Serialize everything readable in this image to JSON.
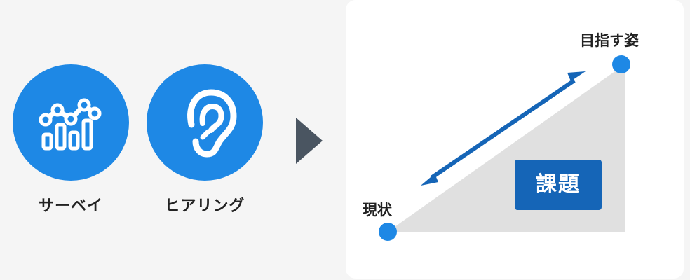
{
  "methods": [
    {
      "label": "サーベイ",
      "icon": "bar-line-chart-icon"
    },
    {
      "label": "ヒアリング",
      "icon": "ear-icon"
    }
  ],
  "diagram": {
    "current_label": "現状",
    "target_label": "目指す姿",
    "issue_label": "課題"
  },
  "colors": {
    "background": "#f5f5f5",
    "circle": "#1e88e5",
    "arrow": "#4a5561",
    "panel": "#ffffff",
    "triangle": "#e0e0e0",
    "dot": "#1e88e5",
    "gap_arrow": "#1565b7",
    "badge": "#1565b7",
    "text": "#222222"
  }
}
